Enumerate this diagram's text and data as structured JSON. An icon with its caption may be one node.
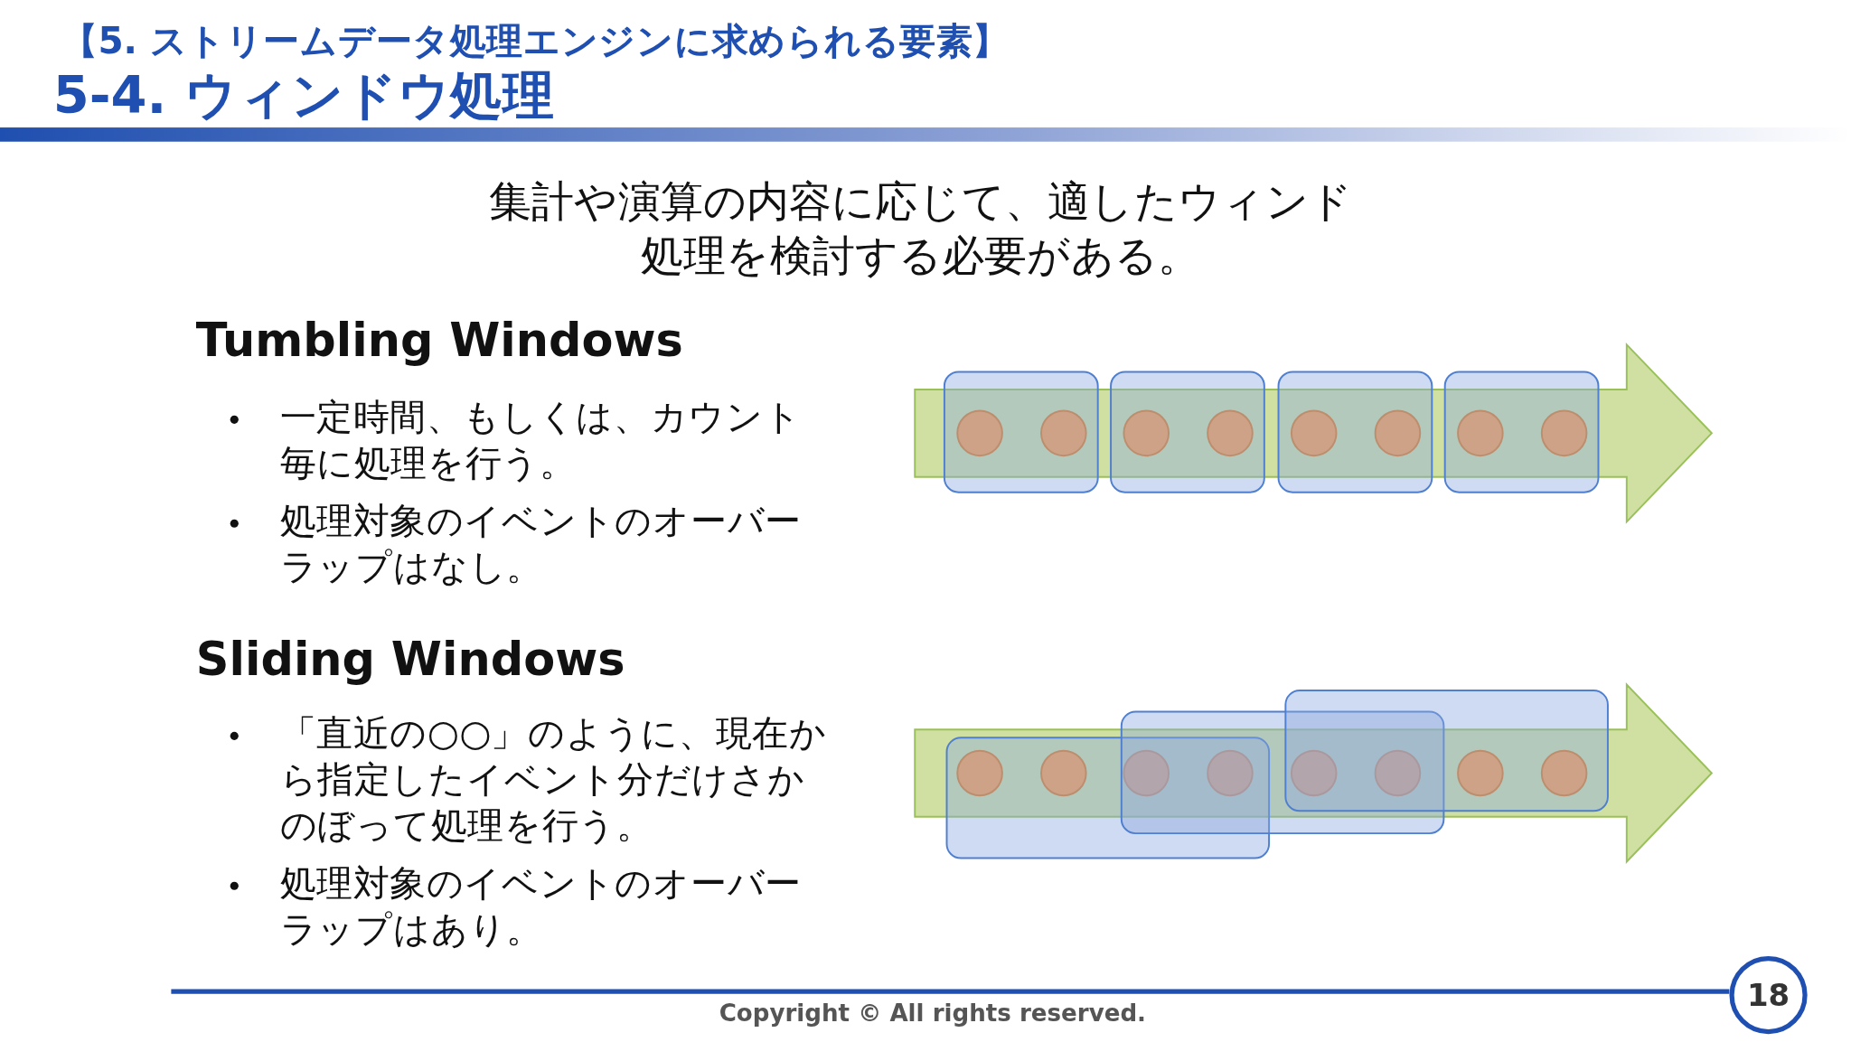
{
  "diagram": {
    "title": "5-4. ウィンドウ処理",
    "nodes": [
      {
        "text": [
          "18"
        ]
      }
    ],
    "labels": [
      "【5. ストリームデータ処理エンジンに求められる要素】",
      "集計や演算の内容に応じて、適したウィンド処理を検討する必要がある。",
      "Tumbling Windows",
      "一定時間、もしくは、カウント毎に処理を行う。",
      "処理対象のイベントのオーバーラップはなし。",
      "Sliding Windows",
      "「直近の○○」のように、現在から指定したイベント分だけさかのぼって処理を行う。",
      "処理対象のイベントのオーバーラップはあり。",
      "Copyright © All rights reserved."
    ]
  }
}
